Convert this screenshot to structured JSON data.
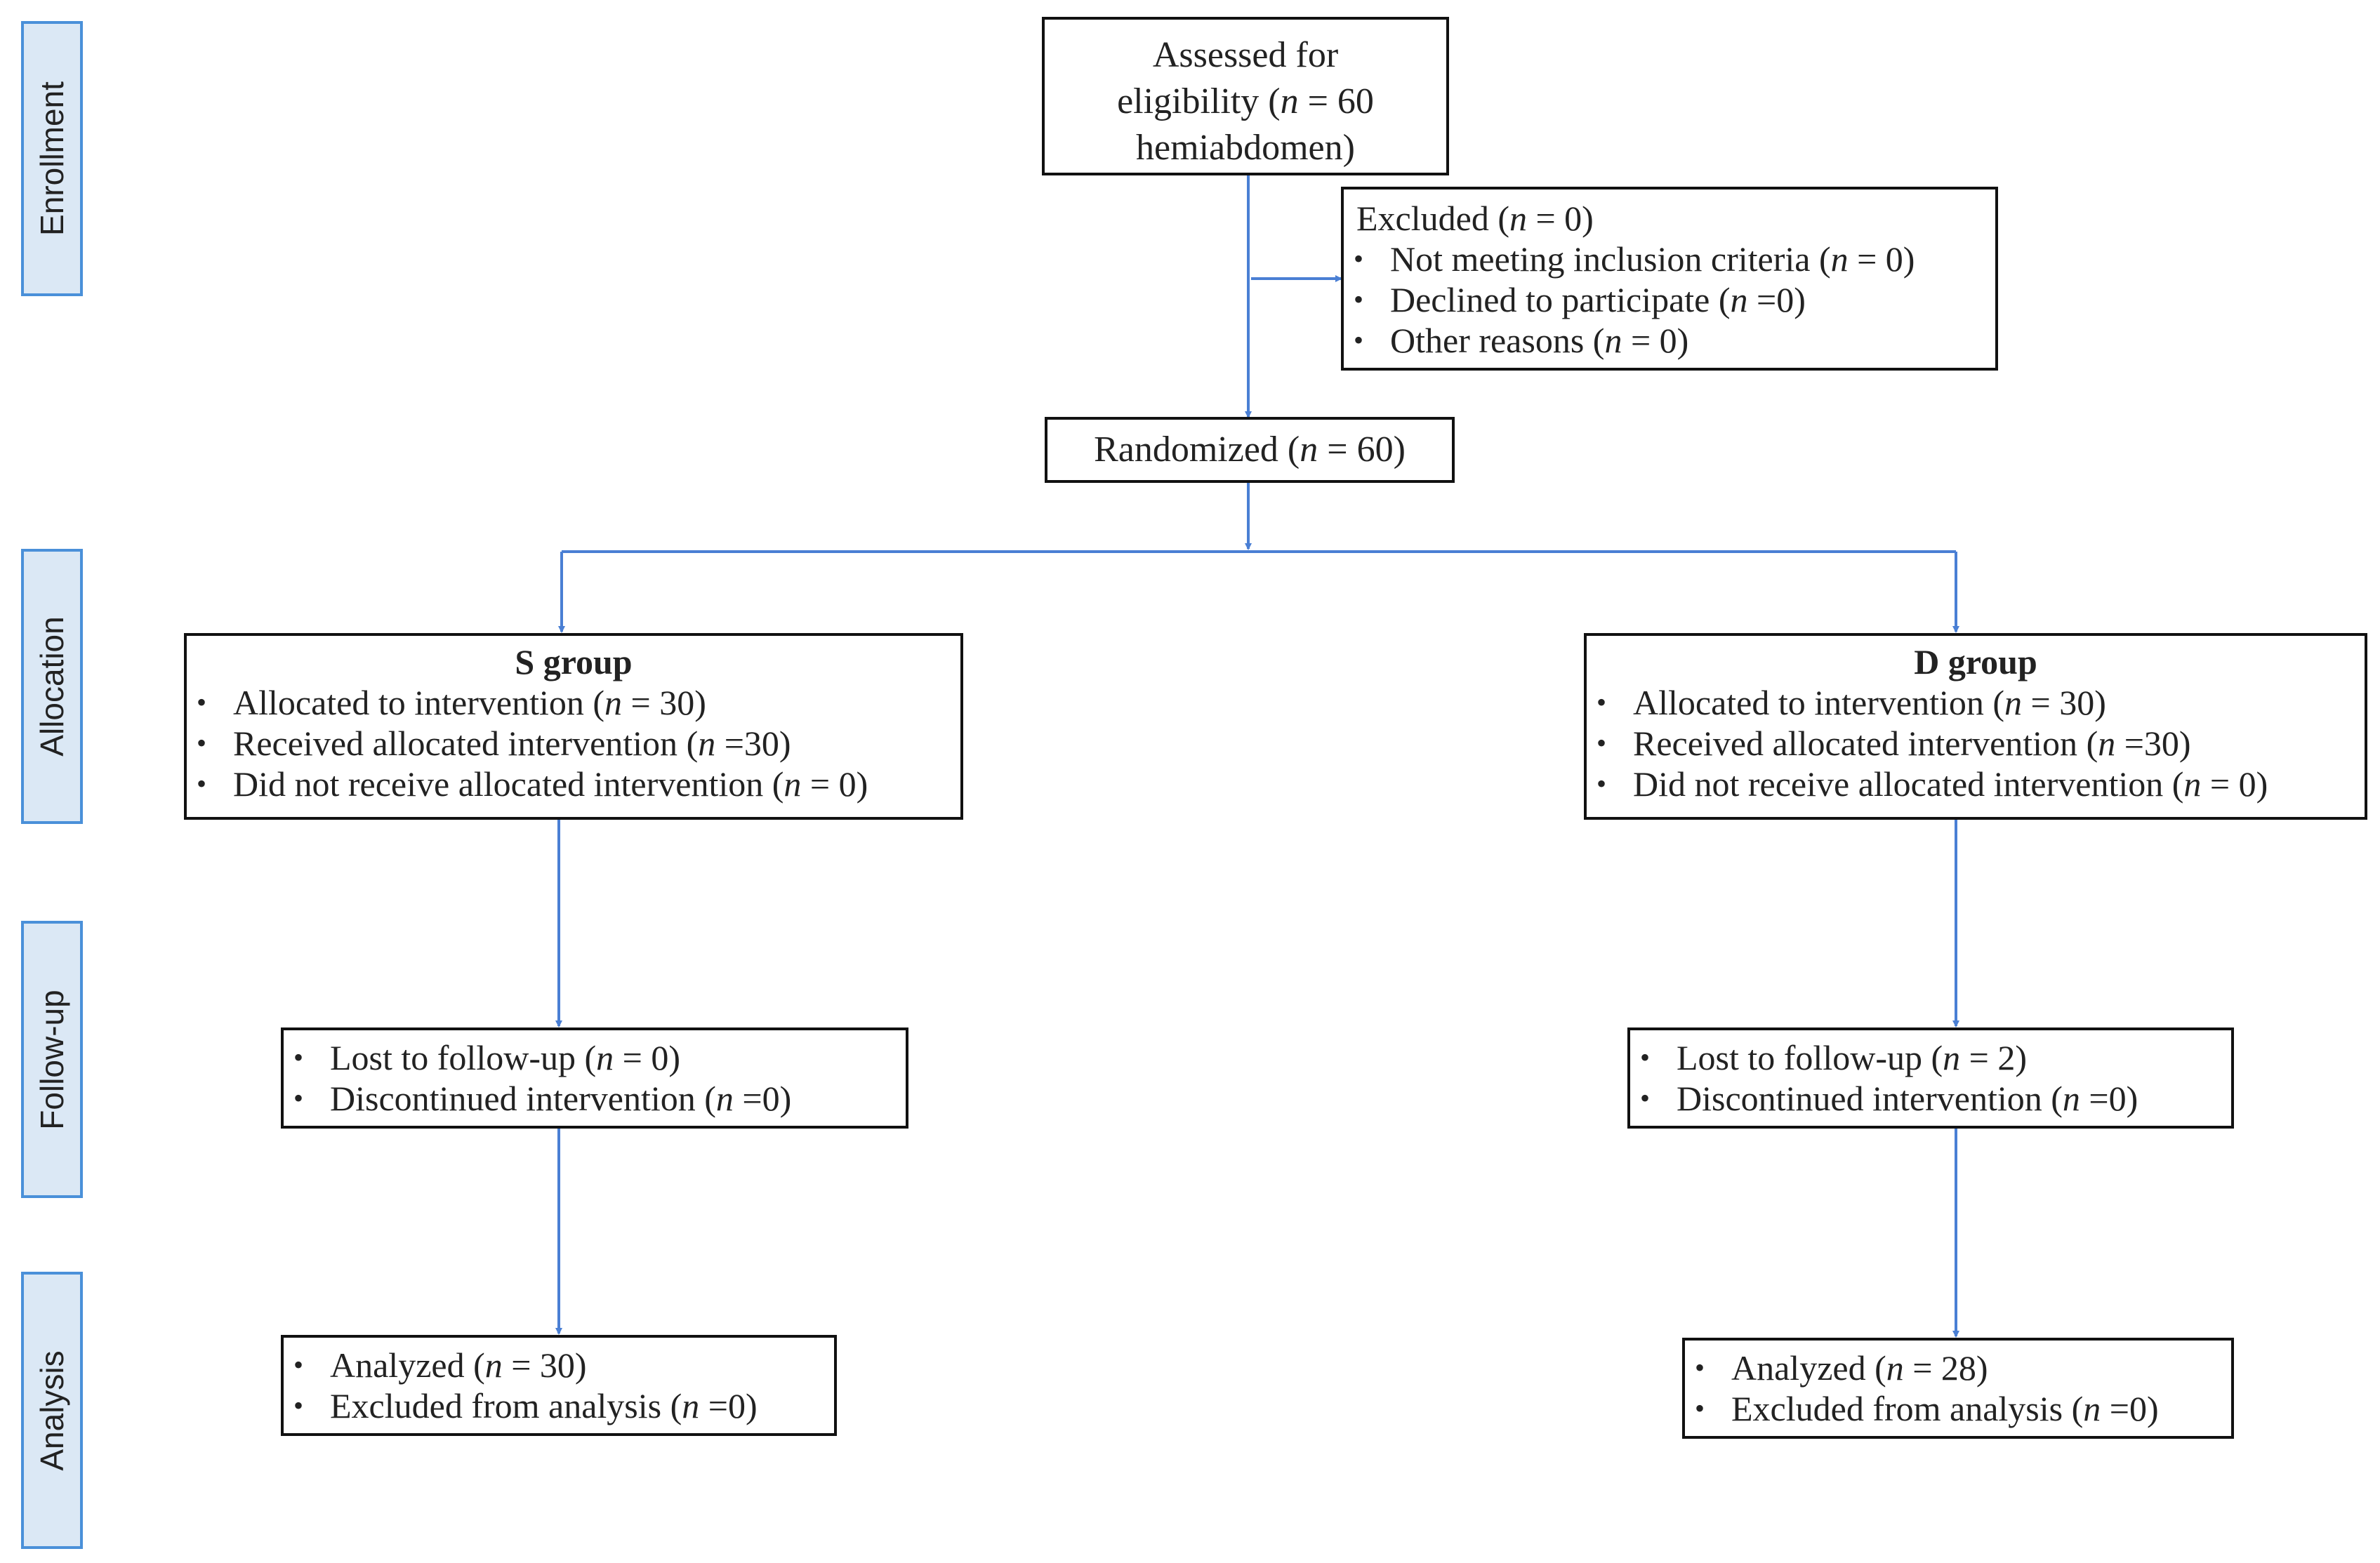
{
  "stages": {
    "enrollment": "Enrollment",
    "allocation": "Allocation",
    "follow_up": "Follow-up",
    "analysis": "Analysis"
  },
  "assessed": {
    "line1": "Assessed for",
    "line2": "eligibility (n = 60",
    "line3": "hemiabdomen)"
  },
  "excluded": {
    "title": "Excluded (n = 0)",
    "items": [
      "Not meeting inclusion criteria (n = 0)",
      "Declined to participate (n =0)",
      "Other reasons (n = 0)"
    ]
  },
  "randomized": "Randomized (n = 60)",
  "s_group": {
    "title": "S group",
    "items": [
      "Allocated to intervention (n = 30)",
      "Received allocated intervention (n =30)",
      "Did not receive allocated intervention (n = 0)"
    ],
    "follow_up": [
      "Lost to follow-up (n = 0)",
      "Discontinued intervention (n =0)"
    ],
    "analysis": [
      "Analyzed (n = 30)",
      "Excluded from analysis (n =0)"
    ]
  },
  "d_group": {
    "title": "D group",
    "items": [
      "Allocated to intervention (n = 30)",
      "Received allocated intervention (n =30)",
      "Did not receive allocated intervention (n = 0)"
    ],
    "follow_up": [
      "Lost to follow-up (n = 2)",
      "Discontinued intervention (n =0)"
    ],
    "analysis": [
      "Analyzed (n = 28)",
      "Excluded from analysis (n =0)"
    ]
  },
  "colors": {
    "arrow": "#4a7fd4",
    "stage_fill": "#dbe8f5",
    "stage_border": "#4a90d9",
    "box_border": "#111111"
  }
}
